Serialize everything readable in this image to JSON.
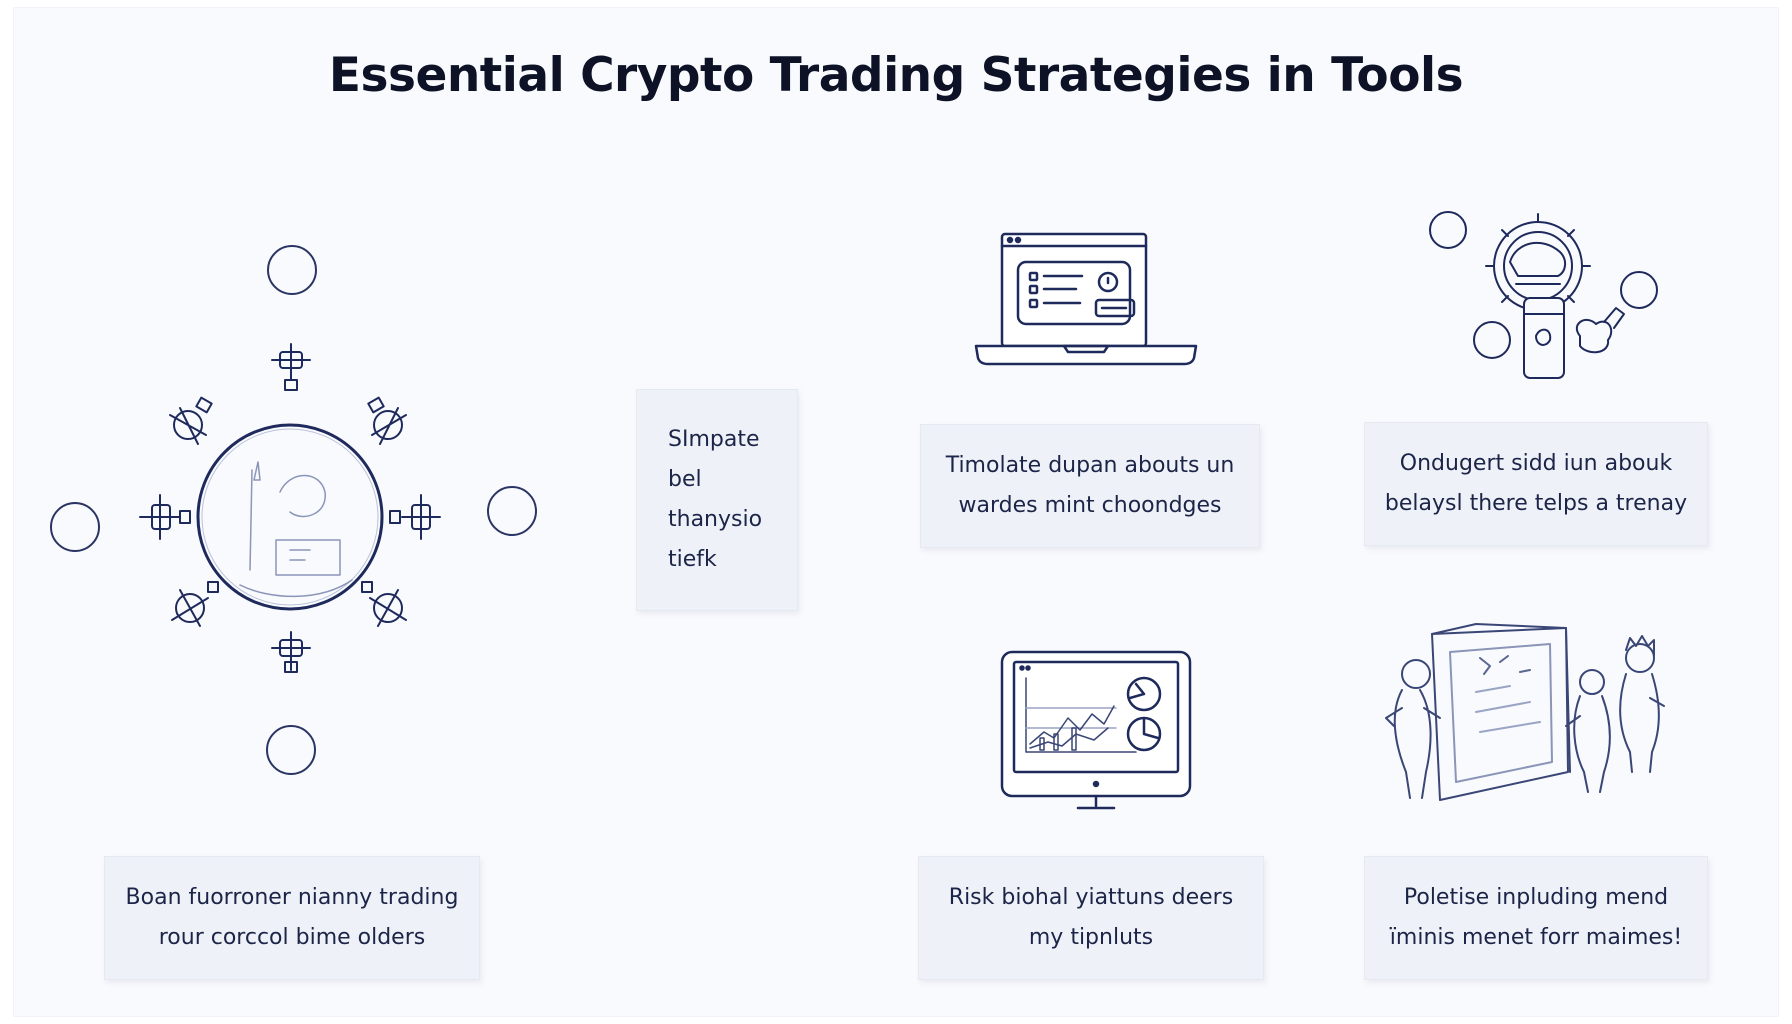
{
  "title": "Essential Crypto Trading Strategies in Tools",
  "cards": {
    "simpate": "SImpate bel\nthanysio\ntiefk",
    "timolate": "Timolate dupan abouts un\nwardes mint choondges",
    "ondugert": "Ondugert sidd iun abouk\nbelaysl there telps a trenay",
    "boan": "Boan fuorroner nianny trading\nrour corccol bime olders",
    "risk": "Risk biohal yiattuns deers\nmy tipnluts",
    "poletise": "Poletise inpluding mend\nïminis menet forr maimes!"
  },
  "colors": {
    "ink": "#1f2a5c",
    "card_bg": "#eef2f8",
    "title": "#0d1226"
  }
}
